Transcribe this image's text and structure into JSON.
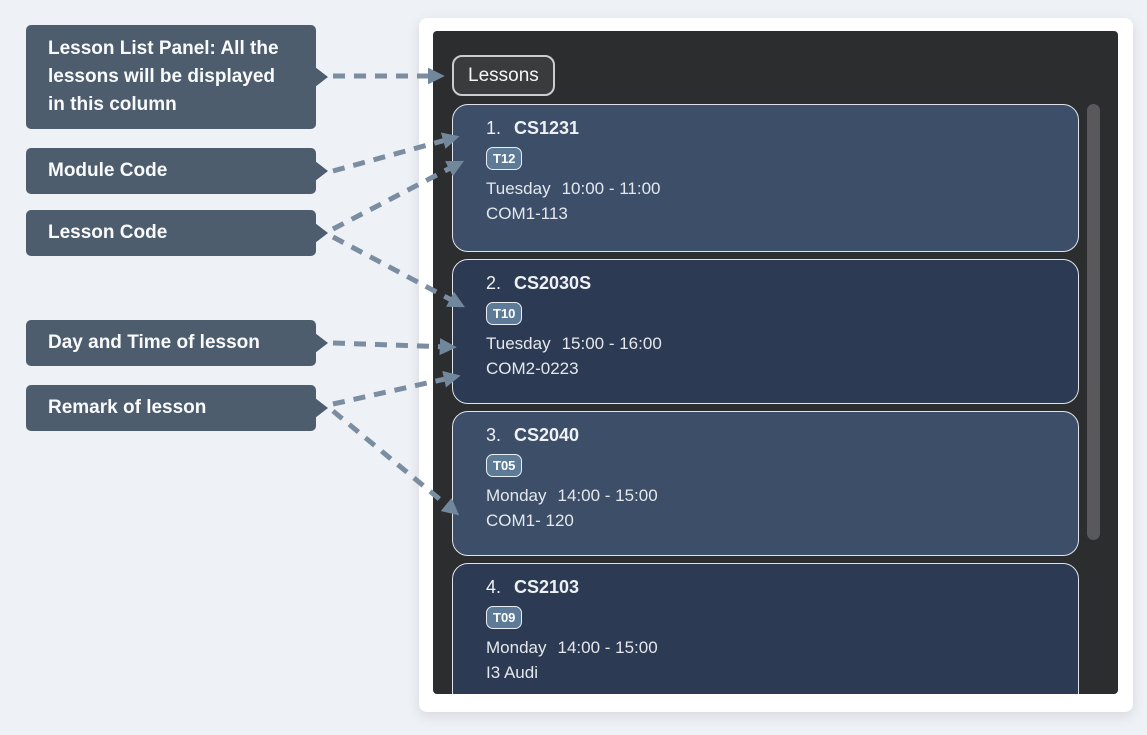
{
  "annotations": {
    "callouts": [
      {
        "id": "lesson-list-panel",
        "label": "Lesson List Panel: All the\nlessons will be displayed\nin this column"
      },
      {
        "id": "module-code",
        "label": "Module Code"
      },
      {
        "id": "lesson-code",
        "label": "Lesson Code"
      },
      {
        "id": "day-and-time",
        "label": "Day and Time of lesson"
      },
      {
        "id": "remark",
        "label": "Remark of lesson"
      }
    ]
  },
  "app": {
    "panel_title": "Lessons",
    "lessons": [
      {
        "number": "1.",
        "module_code": "CS1231",
        "lesson_code": "T12",
        "day": "Tuesday",
        "time": "10:00 - 11:00",
        "remark": "COM1-113"
      },
      {
        "number": "2.",
        "module_code": "CS2030S",
        "lesson_code": "T10",
        "day": "Tuesday",
        "time": "15:00 - 16:00",
        "remark": "COM2-0223"
      },
      {
        "number": "3.",
        "module_code": "CS2040",
        "lesson_code": "T05",
        "day": "Monday",
        "time": "14:00 - 15:00",
        "remark": "COM1- 120"
      },
      {
        "number": "4.",
        "module_code": "CS2103",
        "lesson_code": "T09",
        "day": "Monday",
        "time": "14:00 - 15:00",
        "remark": "I3 Audi"
      }
    ]
  },
  "colors": {
    "page_bg": "#eef1f5",
    "frame_bg": "#ffffff",
    "panel_bg": "#2c2d2f",
    "card_light": "#3d4e69",
    "card_dark": "#2c3a53",
    "card_border": "#dfe4ea",
    "badge_bg": "#5d7b96",
    "badge_border": "#e8eef3",
    "badge_text": "#ffffff",
    "callout_bg": "#4d5d6d",
    "callout_text": "#f8fafb",
    "arrow": "#7b8da0",
    "scrollbar": "#59595b"
  }
}
